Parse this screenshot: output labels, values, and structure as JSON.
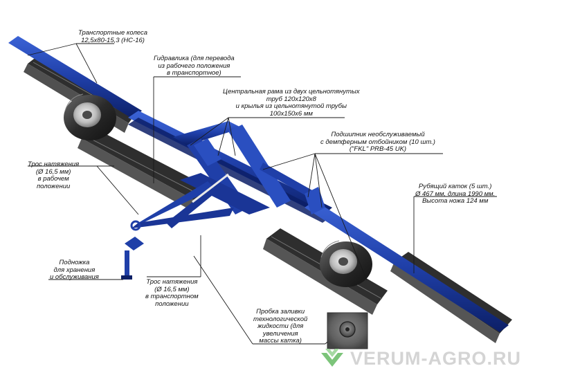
{
  "labels": {
    "transport_wheels": [
      "Транспортные колеса",
      "12,5х80-15,3 (НС-16)"
    ],
    "hydraulics": [
      "Гидравлика (для перевода",
      "из рабочего положения",
      "в транспортное)"
    ],
    "central_frame": [
      "Центральная рама из двух цельнотянутых",
      "труб 120х120х8",
      "и крылья из цельнотянутой трубы",
      "100х150х6 мм"
    ],
    "bearing": [
      "Подшипник необслуживаемый",
      "с демпферным отбойником (10 шт.)",
      "(\"FKL\" PRB-45 UK)"
    ],
    "tension_cable_work": [
      "Трос натяжения",
      "(Ø 16,5 мм)",
      "в рабочем",
      "положении"
    ],
    "chopping_roller": [
      "Рубящий каток (5 шт.)",
      "Ø 467 мм, длина 1990 мм.",
      "Высота ножа 124 мм"
    ],
    "support_leg": [
      "Подножка",
      "для хранения",
      "и обслуживания"
    ],
    "tension_cable_transport": [
      "Трос натяжения",
      "(Ø 16,5 мм)",
      "в транспортном",
      "положении"
    ],
    "filler_plug": [
      "Пробка заливки",
      "технологической",
      "жидкости (для",
      "увеличения",
      "массы катка)"
    ]
  },
  "watermark": "VERUM-AGRO.RU",
  "colors": {
    "frame_blue": "#1f3fa8",
    "frame_dark": "#0c1f66",
    "roller_gray": "#3a3a3a",
    "tire": "#2a2a2a",
    "leader": "#1a1a1a",
    "watermark_green": "#7cc47a",
    "watermark_text": "#d4d4d4"
  },
  "icons": {
    "watermark_logo": "chevron-logo-icon",
    "filler_plug_inset": "plug-photo-icon"
  }
}
